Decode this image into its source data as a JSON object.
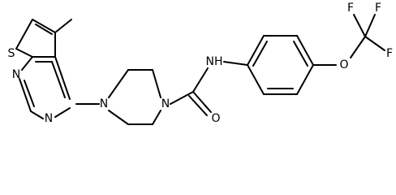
{
  "atoms": {
    "S": "S",
    "N_pyr_top": "N",
    "N_pyr_bottom": "N",
    "N_pip_left": "N",
    "N_pip_right": "N",
    "NH": "NH",
    "O_carbonyl": "O",
    "O_ether": "O",
    "F_top_left": "F",
    "F_top_right": "F",
    "F_right": "F"
  }
}
